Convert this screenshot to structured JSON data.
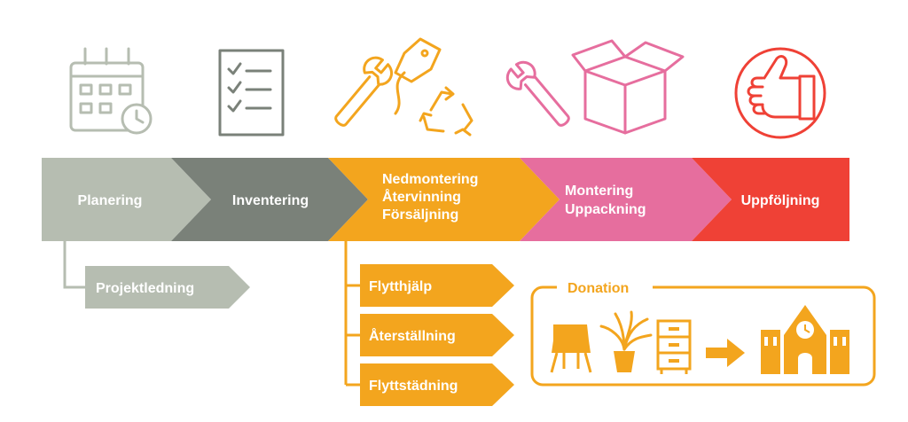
{
  "colors": {
    "planering": "#b6bdb1",
    "inventering": "#7a8179",
    "nedmontering": "#f3a51e",
    "montering": "#e66e9e",
    "uppfoljning": "#ef4136",
    "connector": "#b6bdb1"
  },
  "steps": [
    {
      "label": "Planering",
      "icon": "calendar-clock-icon"
    },
    {
      "label": "Inventering",
      "icon": "checklist-icon"
    },
    {
      "label": "Nedmontering",
      "label2": "Återvinning",
      "label3": "Försäljning",
      "icon": "wrench-tag-recycle-icon"
    },
    {
      "label": "Montering",
      "label2": "Uppackning",
      "icon": "wrench-box-icon"
    },
    {
      "label": "Uppföljning",
      "icon": "thumbs-up-icon"
    }
  ],
  "substeps": {
    "planering": [
      "Projektledning"
    ],
    "nedmontering": [
      "Flytthjälp",
      "Återställning",
      "Flyttstädning"
    ]
  },
  "donation": {
    "title": "Donation",
    "icons": [
      "chair-icon",
      "plant-icon",
      "drawer-cabinet-icon",
      "arrow-right-icon",
      "school-building-icon"
    ]
  }
}
